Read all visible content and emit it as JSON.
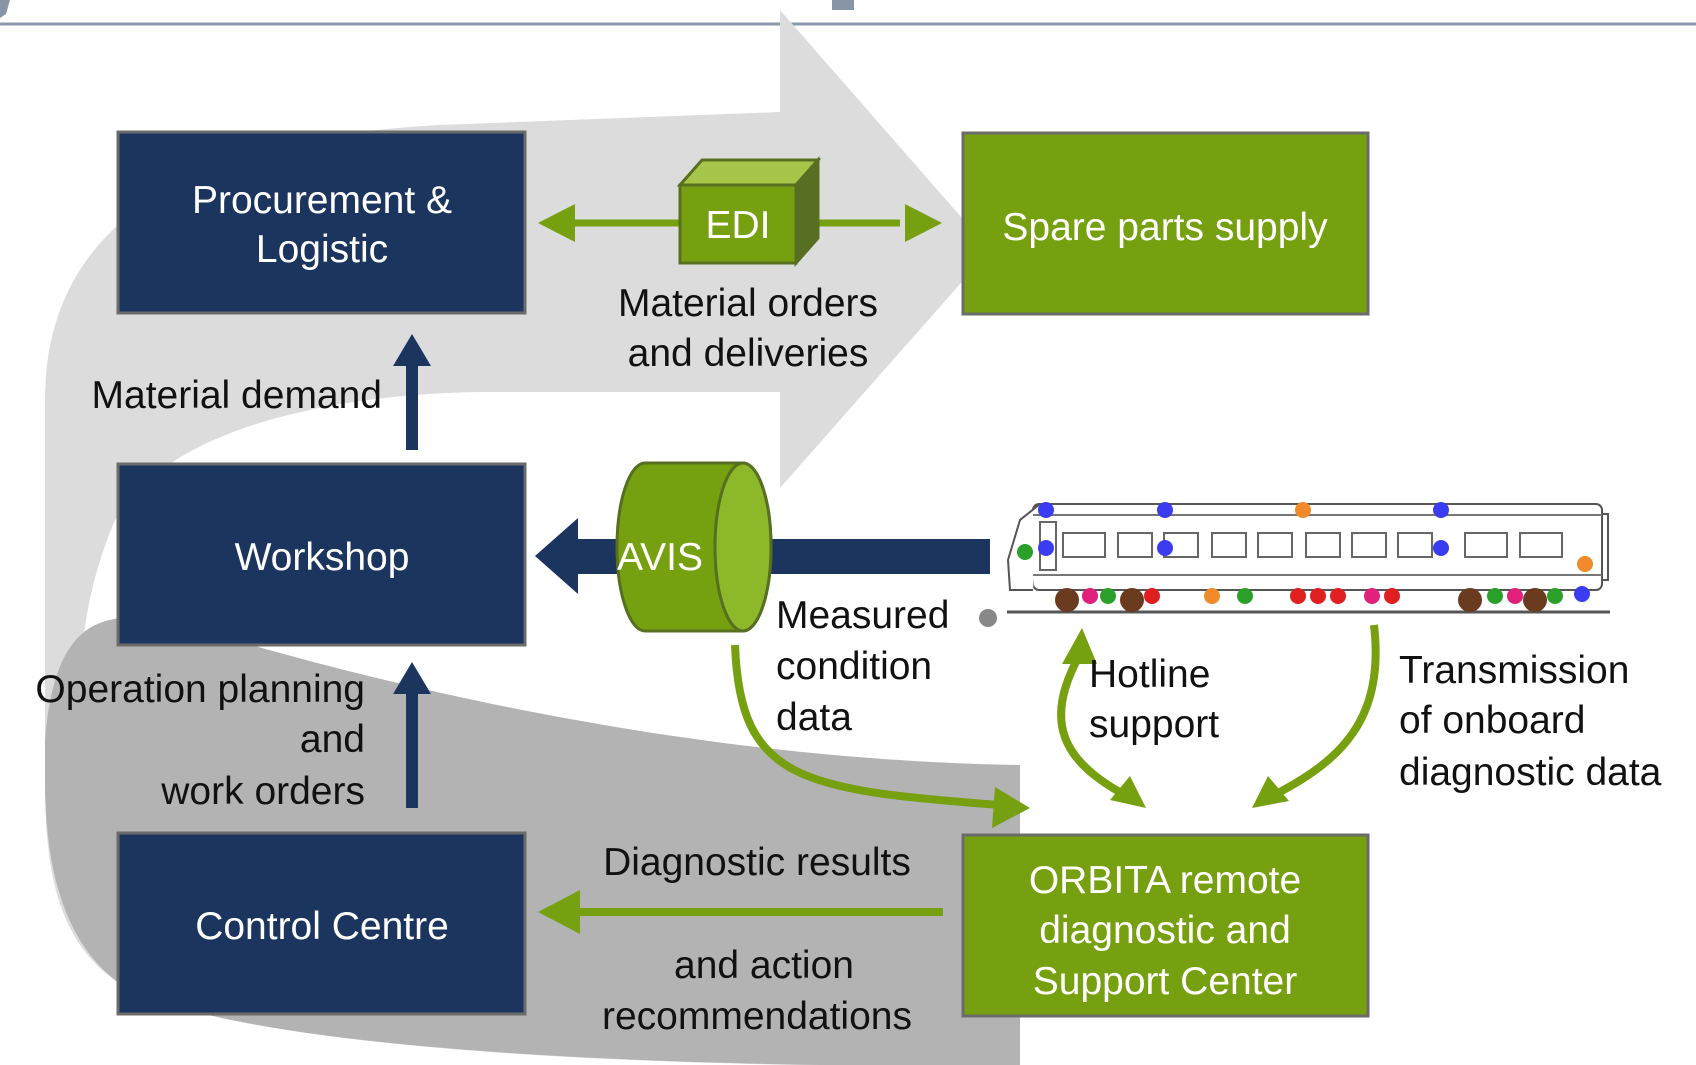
{
  "colors": {
    "navy": "#1c355e",
    "green": "#76a00f",
    "green_light": "#a6c64a",
    "green_dark": "#566f20",
    "gray_light": "#dcdcdc",
    "gray_dark": "#b3b3b3",
    "header_line": "#8a9aaa",
    "header_text": "#8795a6"
  },
  "boxes": {
    "procurement": [
      "Procurement  &",
      "Logistic"
    ],
    "workshop": [
      "Workshop"
    ],
    "control": [
      "Control Centre"
    ],
    "spare": [
      "Spare parts supply"
    ],
    "orbita": [
      "ORBITA remote",
      "diagnostic and",
      "Support  Center"
    ]
  },
  "devices": {
    "edi": "EDI",
    "avis": "AVIS"
  },
  "labels": {
    "material_orders": [
      "Material orders",
      "and deliveries"
    ],
    "material_demand": [
      "Material demand"
    ],
    "measured": [
      "Measured",
      "condition",
      "data"
    ],
    "hotline": [
      "Hotline",
      "support"
    ],
    "transmission": [
      "Transmission",
      "of onboard",
      "diagnostic data"
    ],
    "operation_planning": [
      "Operation planning",
      "and",
      "work orders"
    ],
    "diagnostic_results": [
      "Diagnostic results"
    ],
    "action_recs": [
      "and action",
      "recommendations"
    ]
  },
  "icons": {
    "train": "train-icon",
    "edi": "cube-icon",
    "avis": "cylinder-icon"
  }
}
